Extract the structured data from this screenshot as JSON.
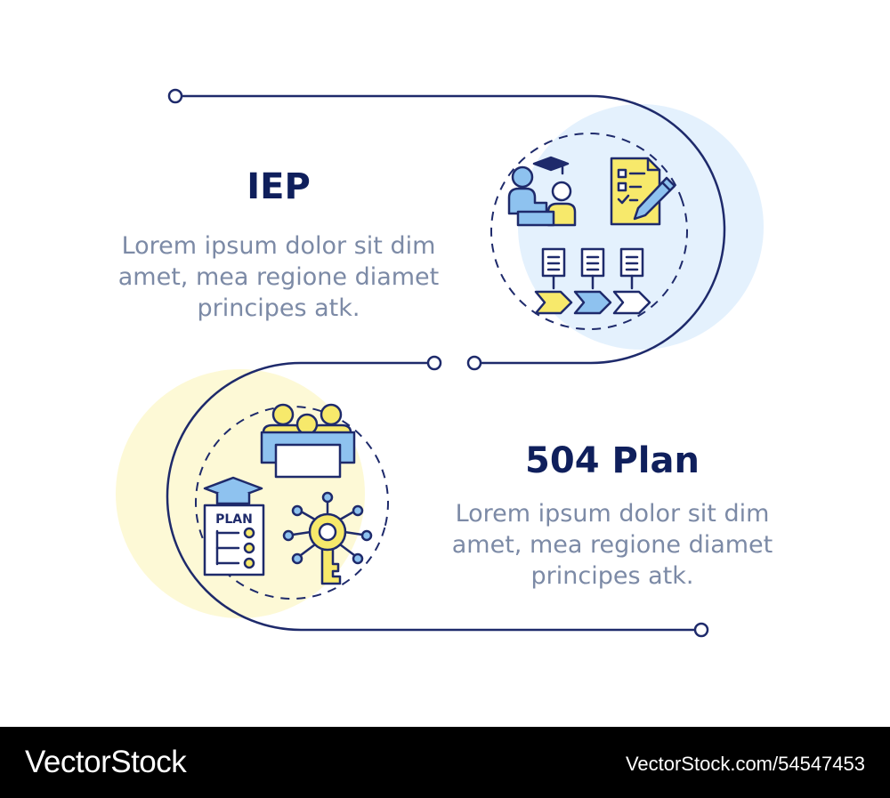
{
  "items": [
    {
      "title": "IEP",
      "description": "Lorem ipsum dolor sit dim amet, mea regione diamet principes atk."
    },
    {
      "title": "504 Plan",
      "description": "Lorem ipsum dolor sit dim amet, mea regione diamet principes atk."
    }
  ],
  "plan_card_label": "PLAN",
  "footer": {
    "brand": "VectorStock",
    "credit": "VectorStock.com/54547453"
  },
  "colors": {
    "navy": "#0f1f5c",
    "line": "#1e2a6b",
    "light_blue": "#e4f1fd",
    "light_yellow": "#fdf9d6",
    "icon_blue": "#8ec2ef",
    "icon_yellow": "#f7e96b",
    "text_gray": "#7c8aa6"
  }
}
